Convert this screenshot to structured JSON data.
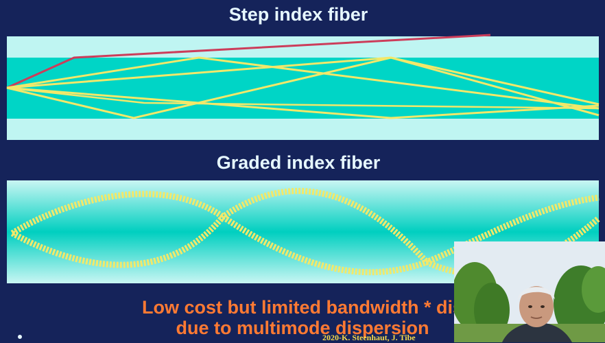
{
  "slide": {
    "title_step": "Step index fiber",
    "title_graded": "Graded index fiber",
    "caption_line1": "Low cost but limited bandwidth * dis",
    "caption_line2": "due to multimode dispersion",
    "copyright": "2020-K. Steenhaut, J. Tibe"
  },
  "colors": {
    "background": "#15235a",
    "cladding": "#bff5f2",
    "core": "#00d5c6",
    "ray": "#f2e86a",
    "escaping_ray": "#cc3d5a",
    "title": "#e6f7ff",
    "caption": "#ff7a33",
    "copyright": "#f2d84c"
  },
  "webcam": {
    "present": true
  }
}
